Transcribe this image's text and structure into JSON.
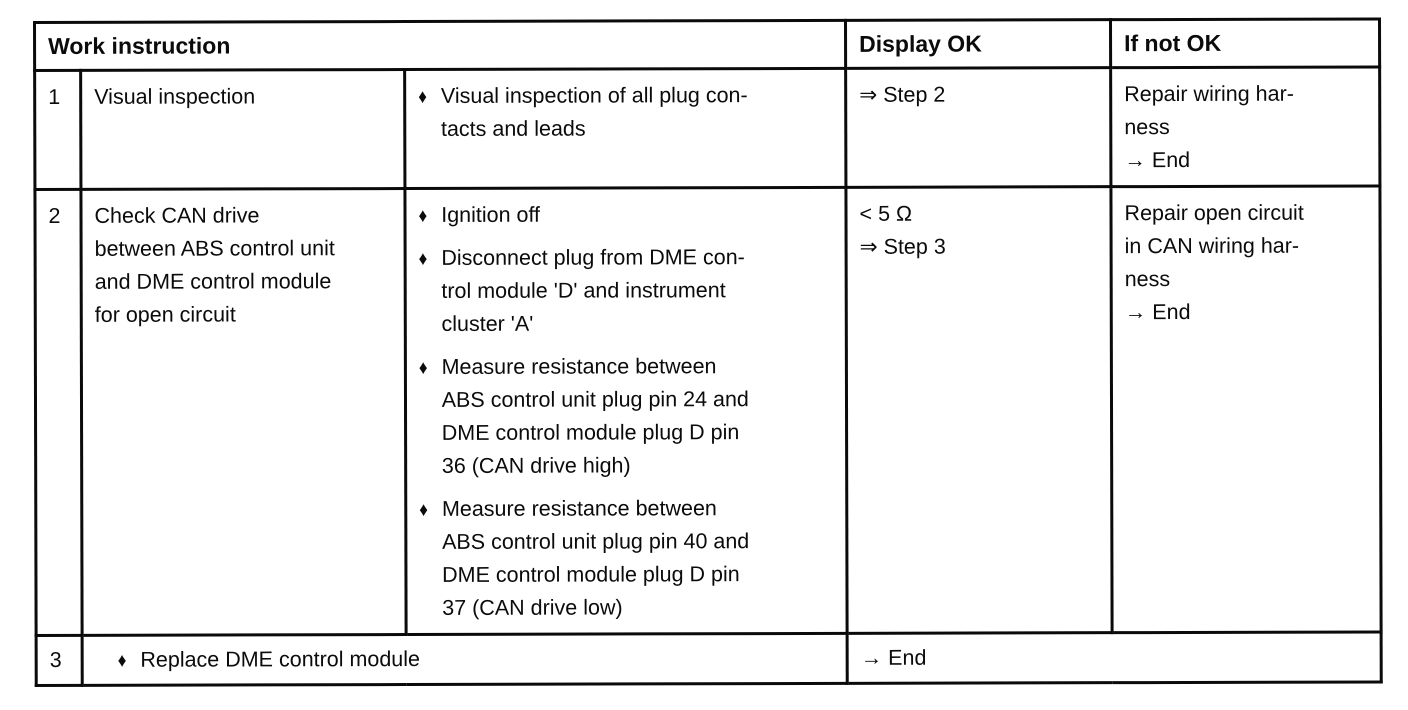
{
  "table": {
    "bullet_icon": "♦",
    "header": {
      "work_instruction": "Work instruction",
      "display_ok": "Display OK",
      "if_not_ok": "If not OK"
    },
    "rows": [
      {
        "num": "1",
        "title": "Visual inspection",
        "bullets": [
          "Visual inspection of all plug con-\ntacts and leads"
        ],
        "display_ok": "⇒ Step 2",
        "if_not_ok": "Repair wiring har-\nness\n→ End"
      },
      {
        "num": "2",
        "title": "Check CAN drive\nbetween ABS control unit\nand DME control module\nfor open circuit",
        "bullets": [
          "Ignition off",
          "Disconnect plug from DME con-\ntrol module 'D' and instrument\ncluster 'A'",
          "Measure resistance between\nABS control unit plug pin 24 and\nDME control module plug D pin\n36 (CAN drive high)",
          "Measure resistance between\nABS control unit plug pin 40 and\nDME control module plug D pin\n37 (CAN drive low)"
        ],
        "display_ok": "< 5 Ω\n⇒ Step 3",
        "if_not_ok": "Repair open circuit\nin CAN wiring har-\nness\n→ End"
      },
      {
        "num": "3",
        "instruction": "Replace DME control module",
        "result": "→ End"
      }
    ]
  }
}
